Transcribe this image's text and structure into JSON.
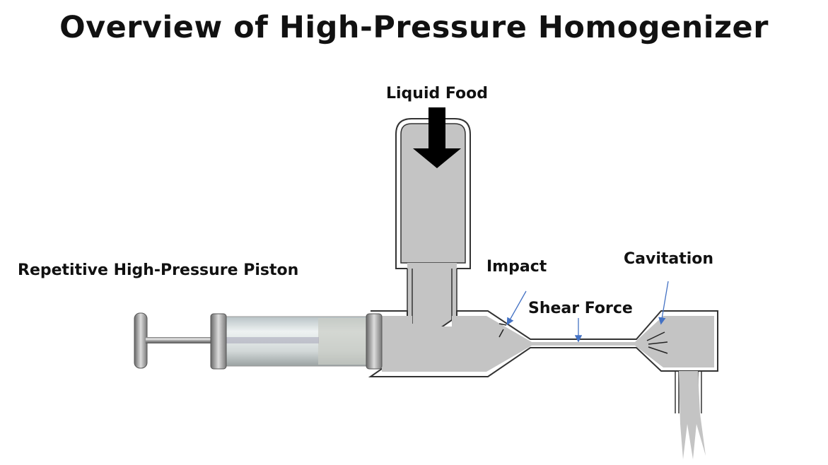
{
  "title": "Overview of High-Pressure Homogenizer",
  "labels": {
    "inlet": "Liquid Food",
    "piston": "Repetitive High-Pressure Piston",
    "impact": "Impact",
    "shear": "Shear Force",
    "cavitation": "Cavitation"
  },
  "colors": {
    "fluid": "#c4c4c4",
    "outline": "#333333",
    "pointer": "#4472c4",
    "arrow": "#000000"
  }
}
